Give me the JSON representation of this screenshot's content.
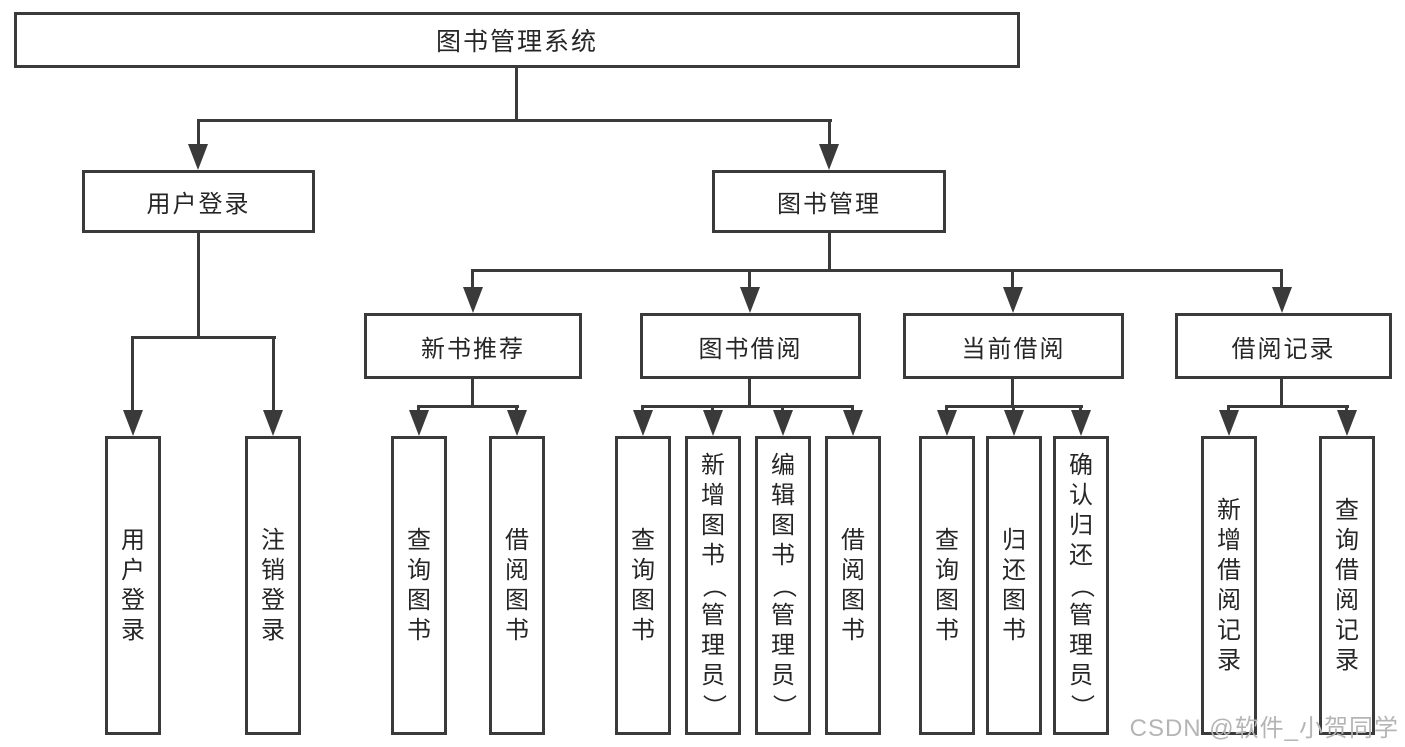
{
  "colors": {
    "line": "#3a3a3a",
    "text": "#262626",
    "watermark": "#b5b5b5",
    "background": "#ffffff"
  },
  "diagram": {
    "title": "图书管理系统",
    "level2": {
      "user_login": "用户登录",
      "book_mgmt": "图书管理"
    },
    "level3": {
      "new_book_rec": "新书推荐",
      "book_borrow": "图书借阅",
      "current_borrow": "当前借阅",
      "borrow_record": "借阅记录"
    },
    "leaves": {
      "user_login": "用户登录",
      "logout": "注销登录",
      "rec_query_book": "查询图书",
      "rec_borrow_book": "借阅图书",
      "bb_query_book": "查询图书",
      "bb_add_book": "新增图书（管理员）",
      "bb_edit_book": "编辑图书（管理员）",
      "bb_borrow_book": "借阅图书",
      "cb_query_book": "查询图书",
      "cb_return_book": "归还图书",
      "cb_confirm_return": "确认归还（管理员）",
      "br_add_record": "新增借阅记录",
      "br_query_record": "查询借阅记录"
    }
  },
  "watermark": "CSDN @软件_小贺同学"
}
